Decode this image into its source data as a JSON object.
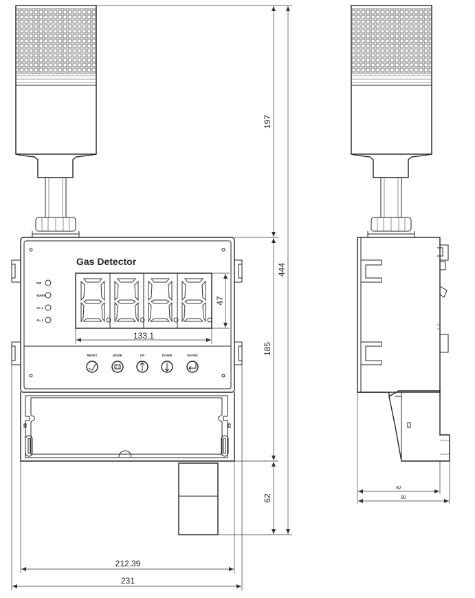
{
  "panel": {
    "title": "Gas Detector",
    "leds": [
      "PW",
      "WARN",
      "AL-1",
      "AL-2"
    ],
    "buttons": [
      "RESET",
      "MODE",
      "UP",
      "DOWN",
      "ENTER"
    ]
  },
  "dimensions": {
    "display_width": "133.1",
    "display_height": "47",
    "front_width_inner": "212.39",
    "front_width_total": "231",
    "height_tower": "197",
    "height_total": "444",
    "height_body": "185",
    "height_sensor": "62",
    "side_depth_inner": "82",
    "side_depth_total": "90"
  }
}
